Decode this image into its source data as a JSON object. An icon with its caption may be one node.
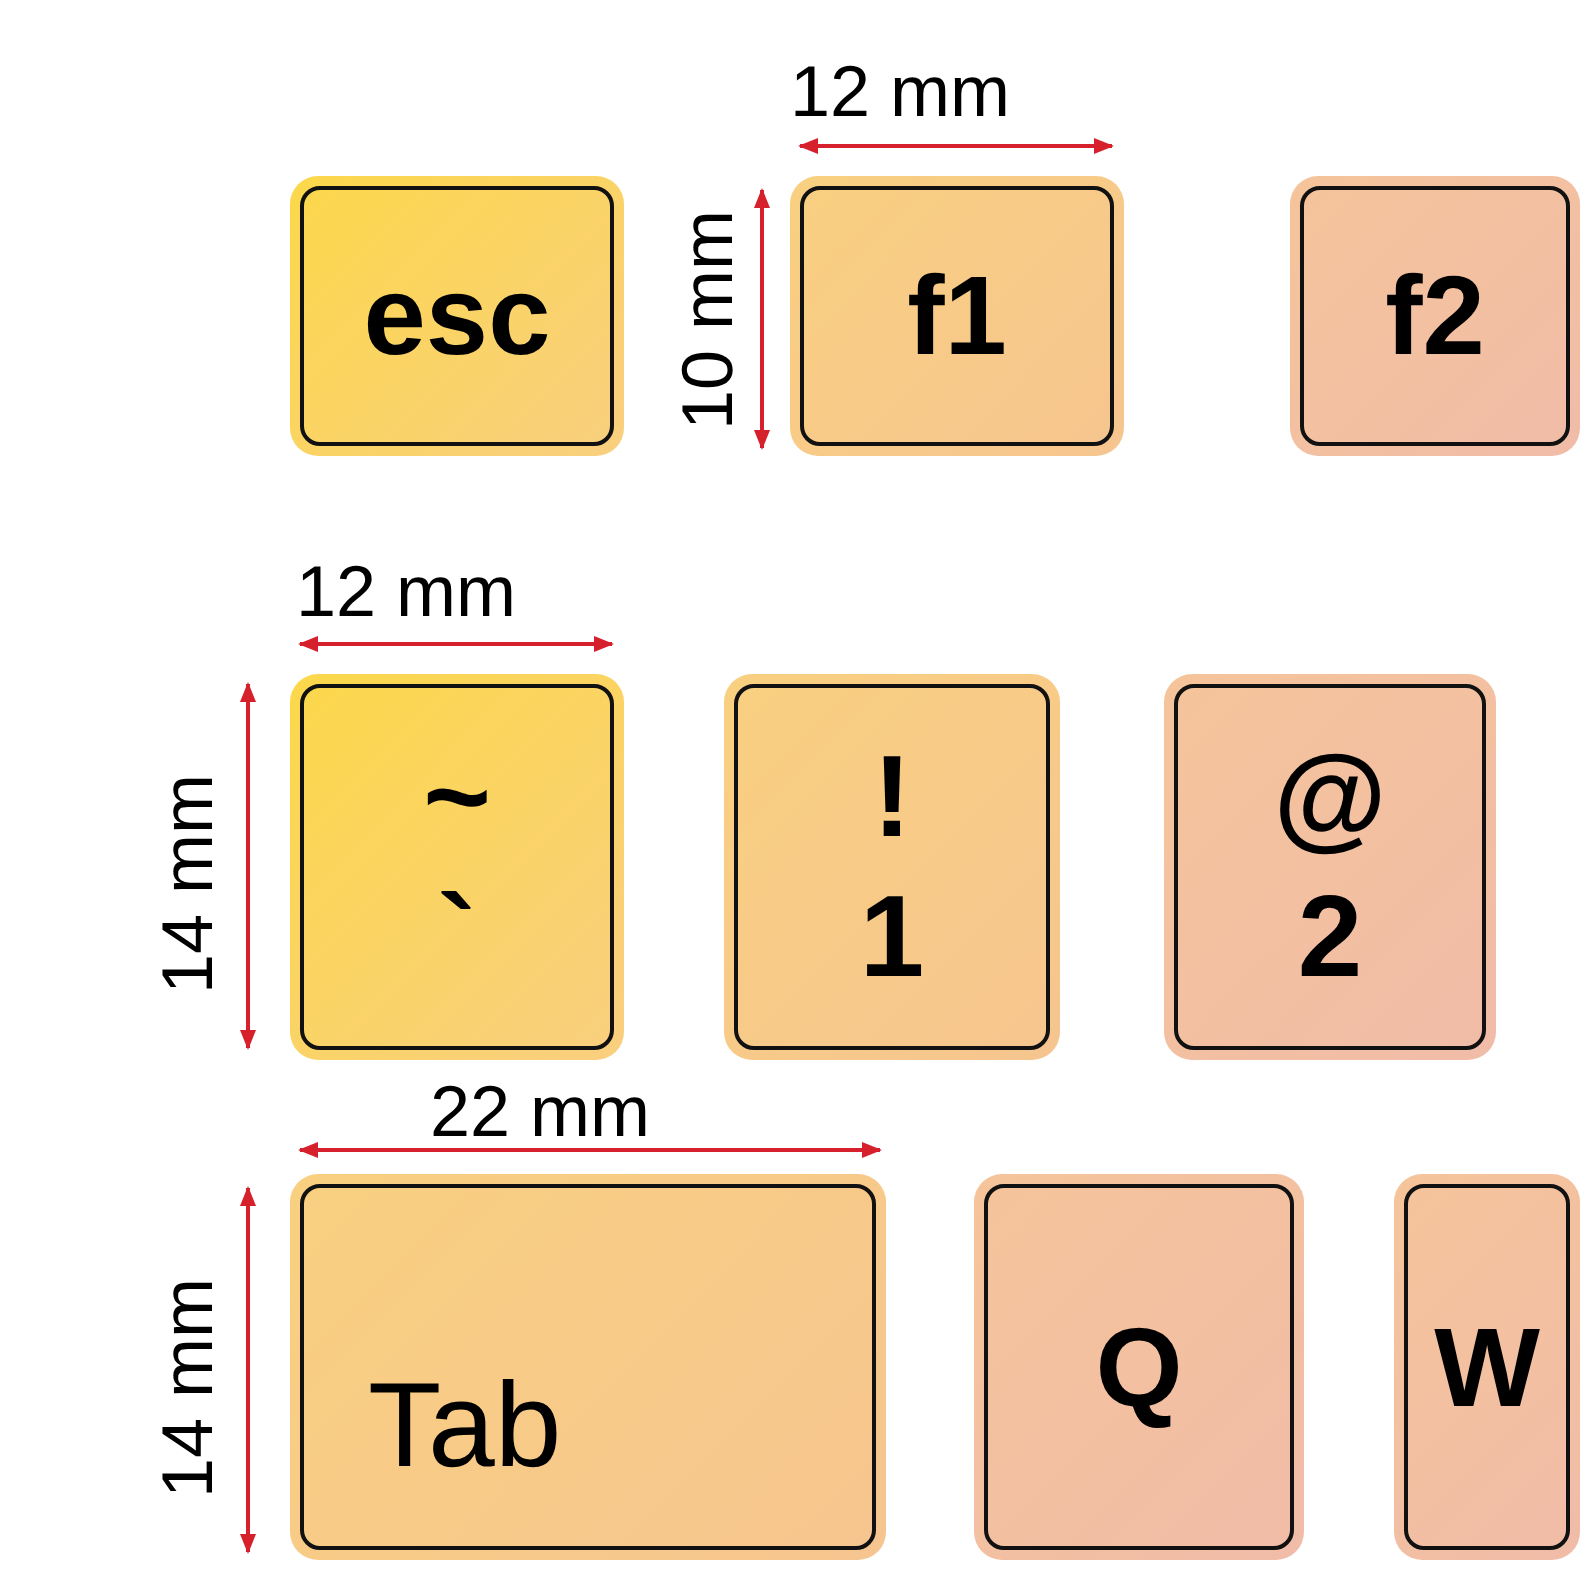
{
  "diagram": {
    "nodes": [
      {
        "text": [
          "esc"
        ]
      },
      {
        "text": [
          "f1"
        ]
      },
      {
        "text": [
          "f2"
        ]
      },
      {
        "text": [
          "~",
          "`"
        ]
      },
      {
        "text": [
          "!",
          "1"
        ]
      },
      {
        "text": [
          "@",
          "2"
        ]
      },
      {
        "text": [
          "Tab"
        ]
      },
      {
        "text": [
          "Q"
        ]
      },
      {
        "text": [
          "W"
        ]
      }
    ],
    "labels": [
      "12 mm",
      "10 mm",
      "12 mm",
      "14 mm",
      "22 mm",
      "14 mm"
    ]
  }
}
